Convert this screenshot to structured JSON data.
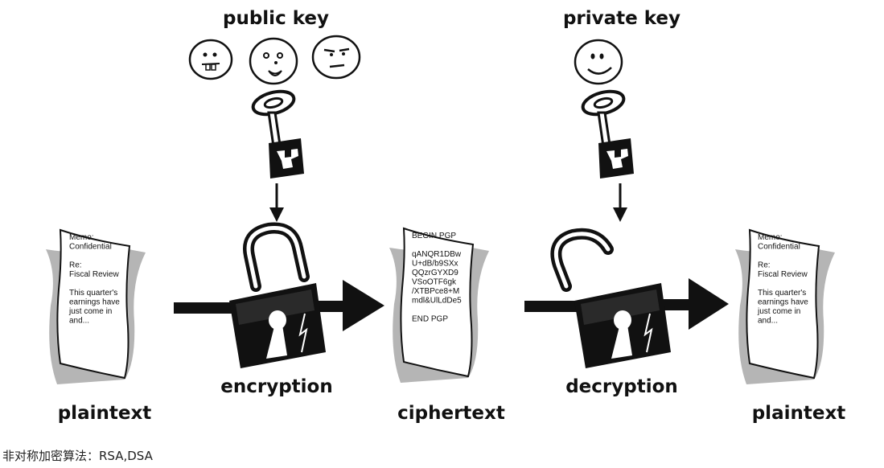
{
  "labels": {
    "public_key": "public key",
    "private_key": "private key",
    "encryption": "encryption",
    "decryption": "decryption",
    "plaintext_left": "plaintext",
    "ciphertext": "ciphertext",
    "plaintext_right": "plaintext"
  },
  "plain_doc": {
    "lines": [
      "Memo:",
      "Confidential",
      "",
      "Re:",
      "Fiscal Review",
      "",
      "This quarter's",
      "earnings have",
      "just come in",
      "and..."
    ]
  },
  "cipher_doc": {
    "lines": [
      "BEGIN PGP",
      "",
      "qANQR1DBw",
      "U+dB/b9SXx",
      "QQzrGYXD9",
      "VSoOTF6gk",
      "/XTBPce8+M",
      "mdl&UlLdDe5",
      "",
      "END PGP"
    ]
  },
  "caption": "非对称加密算法：RSA,DSA",
  "colors": {
    "ink": "#111111",
    "shadow": "#b5b5b5",
    "paper": "#ffffff"
  }
}
